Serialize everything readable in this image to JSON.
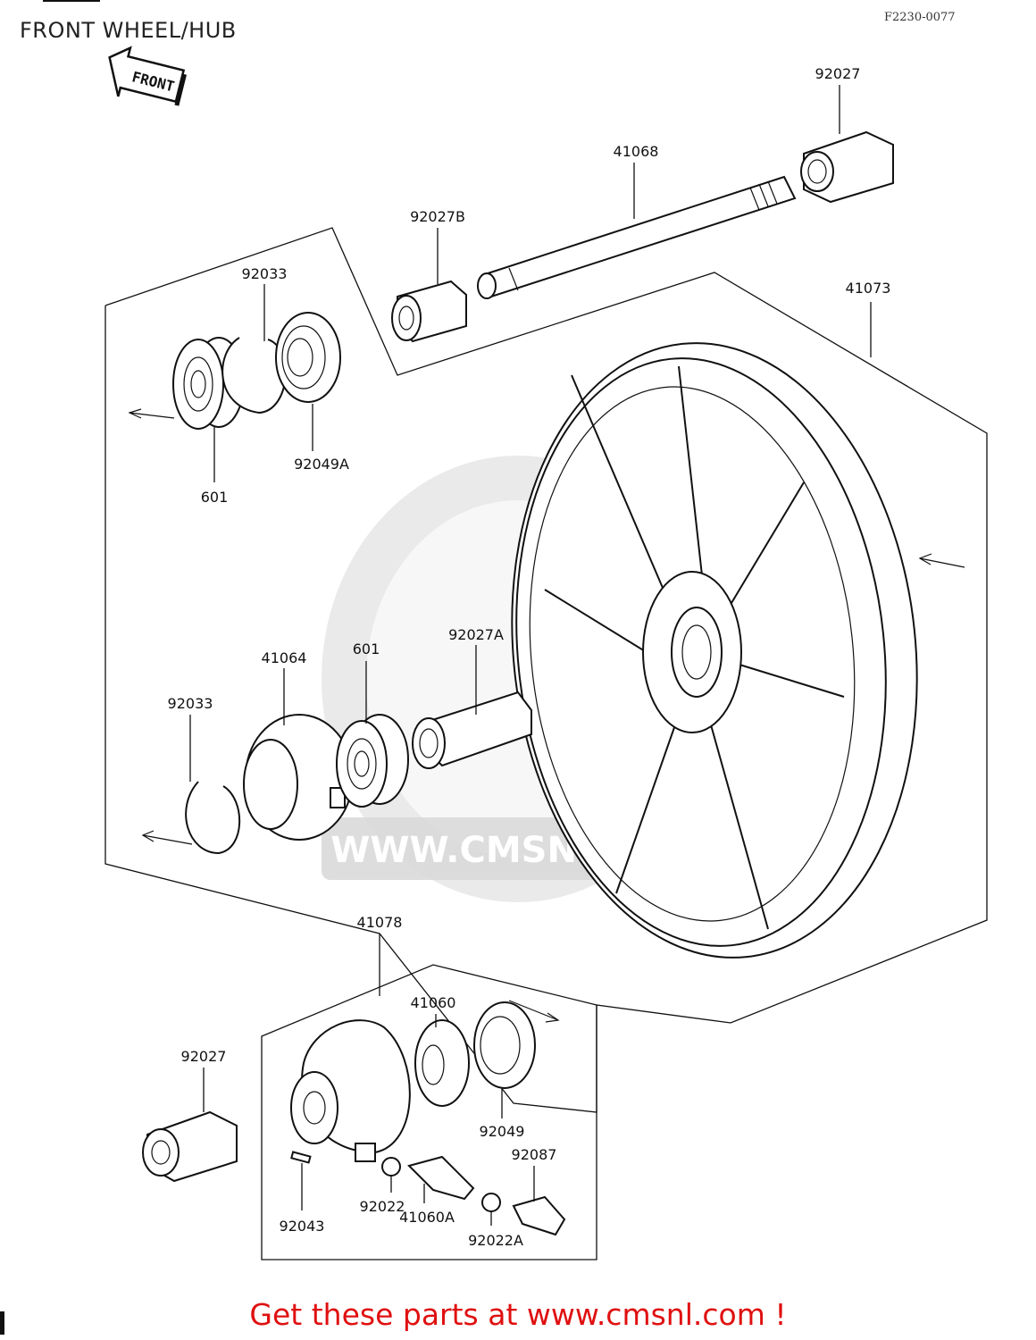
{
  "page": {
    "title": "FRONT WHEEL/HUB",
    "figure_code": "F2230-0077",
    "front_arrow_label": "FRONT",
    "cta": "Get these parts at www.cmsnl.com !",
    "watermark_text": "WWW.CMSNL.COM"
  },
  "parts": [
    {
      "id": "p92027-top",
      "label": "92027"
    },
    {
      "id": "p41068",
      "label": "41068"
    },
    {
      "id": "p92027B",
      "label": "92027B"
    },
    {
      "id": "p92033-top",
      "label": "92033"
    },
    {
      "id": "p41073",
      "label": "41073"
    },
    {
      "id": "p92049A",
      "label": "92049A"
    },
    {
      "id": "p601-top",
      "label": "601"
    },
    {
      "id": "p41064",
      "label": "41064"
    },
    {
      "id": "p601-mid",
      "label": "601"
    },
    {
      "id": "p92027A",
      "label": "92027A"
    },
    {
      "id": "p92033-mid",
      "label": "92033"
    },
    {
      "id": "p41078",
      "label": "41078"
    },
    {
      "id": "p41060",
      "label": "41060"
    },
    {
      "id": "p92027-bot",
      "label": "92027"
    },
    {
      "id": "p92049",
      "label": "92049"
    },
    {
      "id": "p92087",
      "label": "92087"
    },
    {
      "id": "p92022",
      "label": "92022"
    },
    {
      "id": "p92043",
      "label": "92043"
    },
    {
      "id": "p41060A",
      "label": "41060A"
    },
    {
      "id": "p92022A",
      "label": "92022A"
    }
  ],
  "colors": {
    "cta": "#e01010",
    "watermark": "#d9d9d9",
    "line": "#111111"
  }
}
